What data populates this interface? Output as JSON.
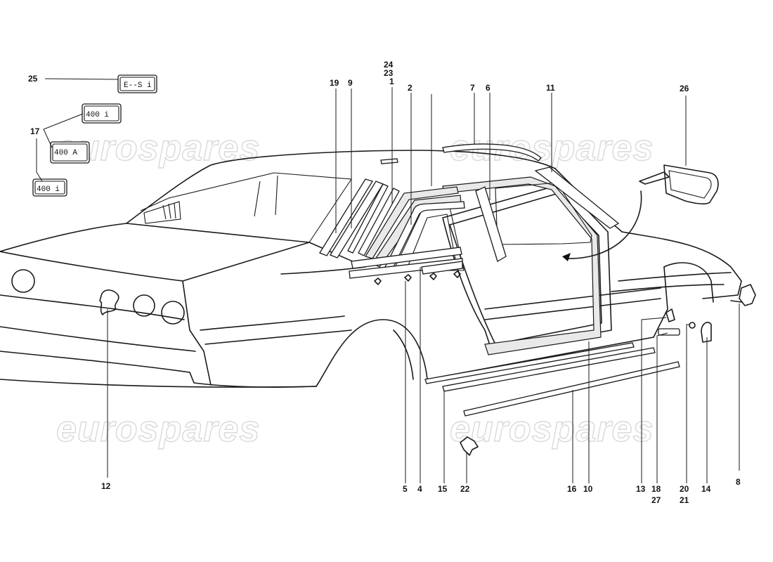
{
  "watermark": "eurospares",
  "callouts": {
    "c25": "25",
    "c17": "17",
    "c19": "19",
    "c9": "9",
    "c24": "24",
    "c23": "23",
    "c1": "1",
    "c2": "2",
    "c7": "7",
    "c6": "6",
    "c11": "11",
    "c26": "26",
    "c12": "12",
    "c5": "5",
    "c4": "4",
    "c15": "15",
    "c22": "22",
    "c16": "16",
    "c10": "10",
    "c13": "13",
    "c18": "18",
    "c27": "27",
    "c20": "20",
    "c21": "21",
    "c14": "14",
    "c8": "8"
  }
}
